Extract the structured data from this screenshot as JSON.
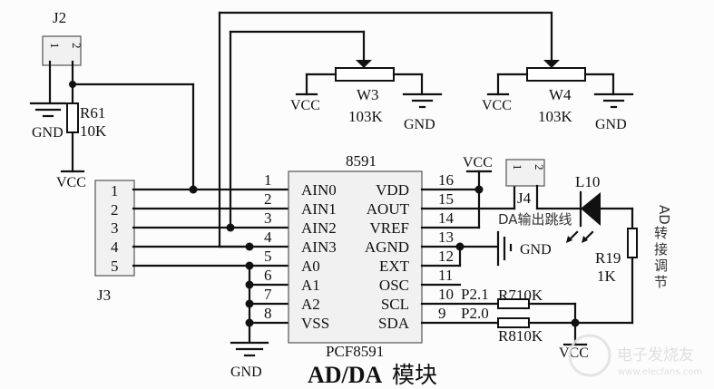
{
  "title": {
    "main": "AD/DA",
    "suffix": "模块"
  },
  "watermark": {
    "brand": "电子发烧友",
    "url": "www.elecfans.com"
  },
  "ic": {
    "ref": "8591",
    "part": "PCF8591",
    "left_pins": [
      {
        "num": "1",
        "name": "AIN0"
      },
      {
        "num": "2",
        "name": "AIN1"
      },
      {
        "num": "3",
        "name": "AIN2"
      },
      {
        "num": "4",
        "name": "AIN3"
      },
      {
        "num": "5",
        "name": "A0"
      },
      {
        "num": "6",
        "name": "A1"
      },
      {
        "num": "7",
        "name": "A2"
      },
      {
        "num": "8",
        "name": "VSS"
      }
    ],
    "right_pins": [
      {
        "num": "16",
        "name": "VDD"
      },
      {
        "num": "15",
        "name": "AOUT"
      },
      {
        "num": "14",
        "name": "VREF"
      },
      {
        "num": "13",
        "name": "AGND"
      },
      {
        "num": "12",
        "name": "EXT"
      },
      {
        "num": "11",
        "name": "OSC"
      },
      {
        "num": "10",
        "name": "SCL",
        "net": "P2.1"
      },
      {
        "num": "9",
        "name": "SDA",
        "net": "P2.0"
      }
    ]
  },
  "j2": {
    "ref": "J2",
    "pins": [
      "1",
      "2"
    ]
  },
  "j3": {
    "ref": "J3",
    "pins": [
      "1",
      "2",
      "3",
      "4",
      "5"
    ]
  },
  "j4": {
    "ref": "J4",
    "pins": [
      "1",
      "2"
    ],
    "note": "DA输出跳线"
  },
  "r61": {
    "ref": "R61",
    "value": "10K"
  },
  "w3": {
    "ref": "W3",
    "value": "103K"
  },
  "w4": {
    "ref": "W4",
    "value": "103K"
  },
  "r19": {
    "ref": "R19",
    "value": "1K"
  },
  "l10": {
    "ref": "L10"
  },
  "r7": {
    "label": "R710K"
  },
  "r8": {
    "label": "R810K"
  },
  "ad_note": [
    "AD",
    "转",
    "接",
    "调",
    "节"
  ],
  "power": {
    "vcc": "VCC",
    "gnd": "GND"
  }
}
